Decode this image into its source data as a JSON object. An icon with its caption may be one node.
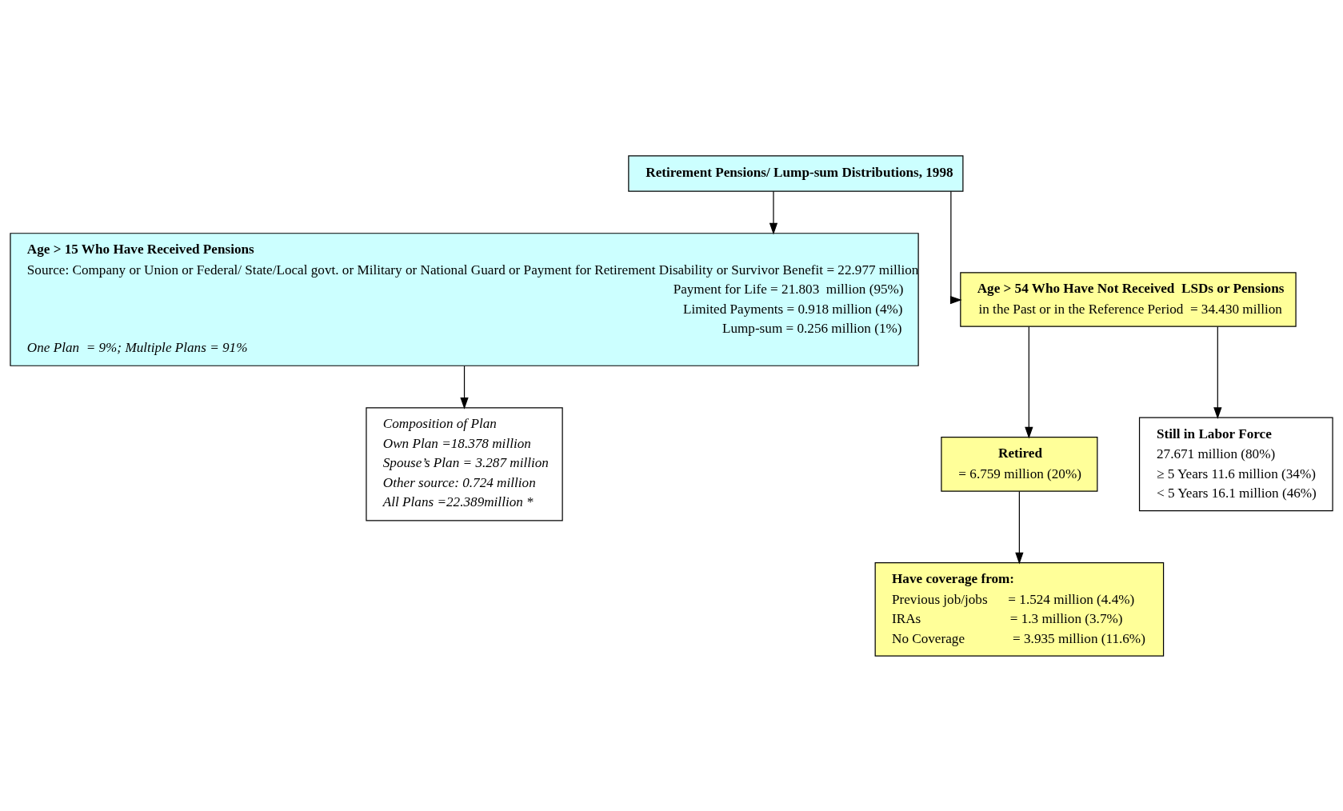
{
  "diagram": {
    "nodes": [
      {
        "text": [
          "Retirement Pensions/ Lump-sum Distributions, 1998"
        ]
      },
      {
        "text": [
          "Age > 15 Who Have Received Pensions",
          "Source: Company or Union or Federal/ State/Local govt. or Military or National Guard or Payment for Retirement Disability or Survivor Benefit = 22.977 million",
          "Payment for Life = 21.803  million (95%)",
          "Limited Payments = 0.918 million (4%)",
          "Lump-sum = 0.256 million (1%)",
          "One Plan  = 9%; Multiple Plans = 91%"
        ]
      },
      {
        "text": [
          "Age > 54 Who Have Not Received  LSDs or Pensions",
          "in the Past or in the Reference Period  = 34.430 million"
        ]
      },
      {
        "text": [
          "Composition of Plan",
          "Own Plan =18.378 million",
          "Spouse’s Plan = 3.287 million",
          "Other source: 0.724 million",
          "All Plans =22.389million *"
        ]
      },
      {
        "text": [
          "Retired",
          "= 6.759 million (20%)"
        ]
      },
      {
        "text": [
          "Still in Labor Force",
          "27.671 million (80%)",
          "≥ 5 Years 11.6 million (34%)",
          "< 5 Years 16.1 million (46%)"
        ]
      },
      {
        "text": [
          "Have coverage from:",
          "Previous job/jobs      = 1.524 million (4.4%)",
          "IRAs                          = 1.3 million (3.7%)",
          "No Coverage              = 3.935 million (11.6%)"
        ]
      }
    ],
    "edges": [
      {
        "from": 0,
        "to": 1,
        "arrow": "to"
      },
      {
        "from": 0,
        "to": 2,
        "arrow": "to"
      },
      {
        "from": 1,
        "to": 3,
        "arrow": "to"
      },
      {
        "from": 2,
        "to": 4,
        "arrow": "to"
      },
      {
        "from": 2,
        "to": 5,
        "arrow": "to"
      },
      {
        "from": 4,
        "to": 6,
        "arrow": "to"
      }
    ]
  }
}
